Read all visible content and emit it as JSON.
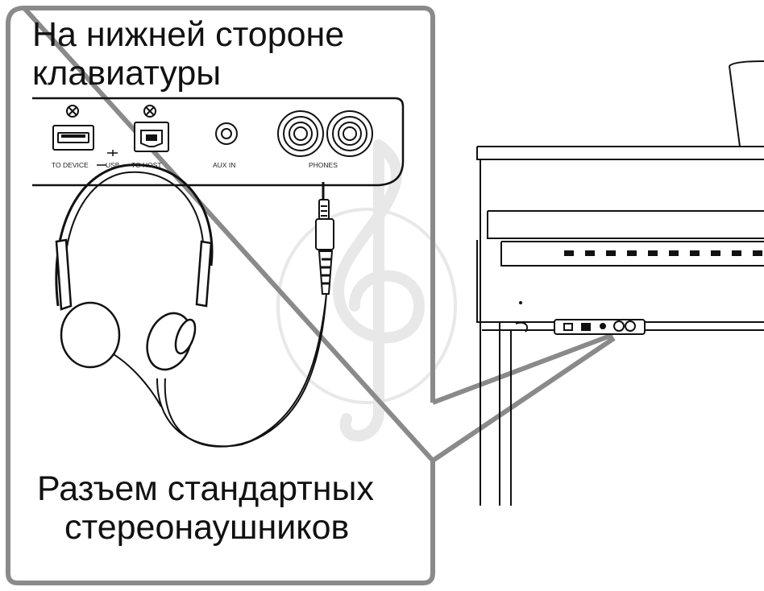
{
  "title": {
    "line1": "На нижней стороне",
    "line2": "клавиатуры"
  },
  "caption": {
    "line1": "Разъем стандартных",
    "line2": "стереонаушников"
  },
  "ports": {
    "to_device": "TO DEVICE",
    "usb": "USB",
    "to_host": "TO HOST",
    "aux_in": "AUX IN",
    "phones": "PHONES"
  },
  "icons": [
    "usb-symbol-icon",
    "screw-icon",
    "treble-clef-watermark"
  ],
  "colors": {
    "frame": "#8a8a8a",
    "ink": "#111111",
    "watermark": "#e8e8e8"
  }
}
